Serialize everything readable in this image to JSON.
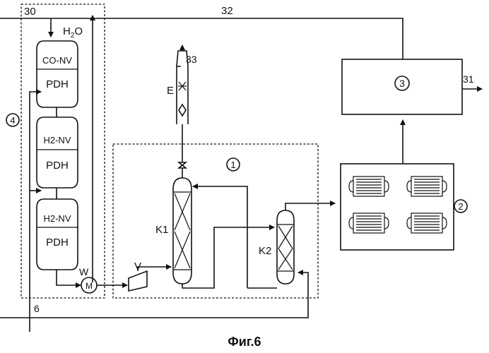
{
  "labels": {
    "stream_30": "30",
    "stream_32": "32",
    "water": "H",
    "water_sub": "2",
    "water_o": "O",
    "reactor_top_label": "CO-NV",
    "reactor_top_pdh": "PDH",
    "reactor_mid_label": "H2-NV",
    "reactor_mid_pdh": "PDH",
    "reactor_bot_label": "H2-NV",
    "reactor_bot_pdh": "PDH",
    "unit_4": "4",
    "unit_1": "1",
    "unit_2": "2",
    "unit_3": "3",
    "stream_33": "33",
    "stream_31": "31",
    "stream_6": "6",
    "letter_e": "E",
    "letter_k1": "K1",
    "letter_k2": "K2",
    "letter_v": "V",
    "letter_w": "W",
    "letter_m": "M"
  },
  "caption": "Фиг.6"
}
